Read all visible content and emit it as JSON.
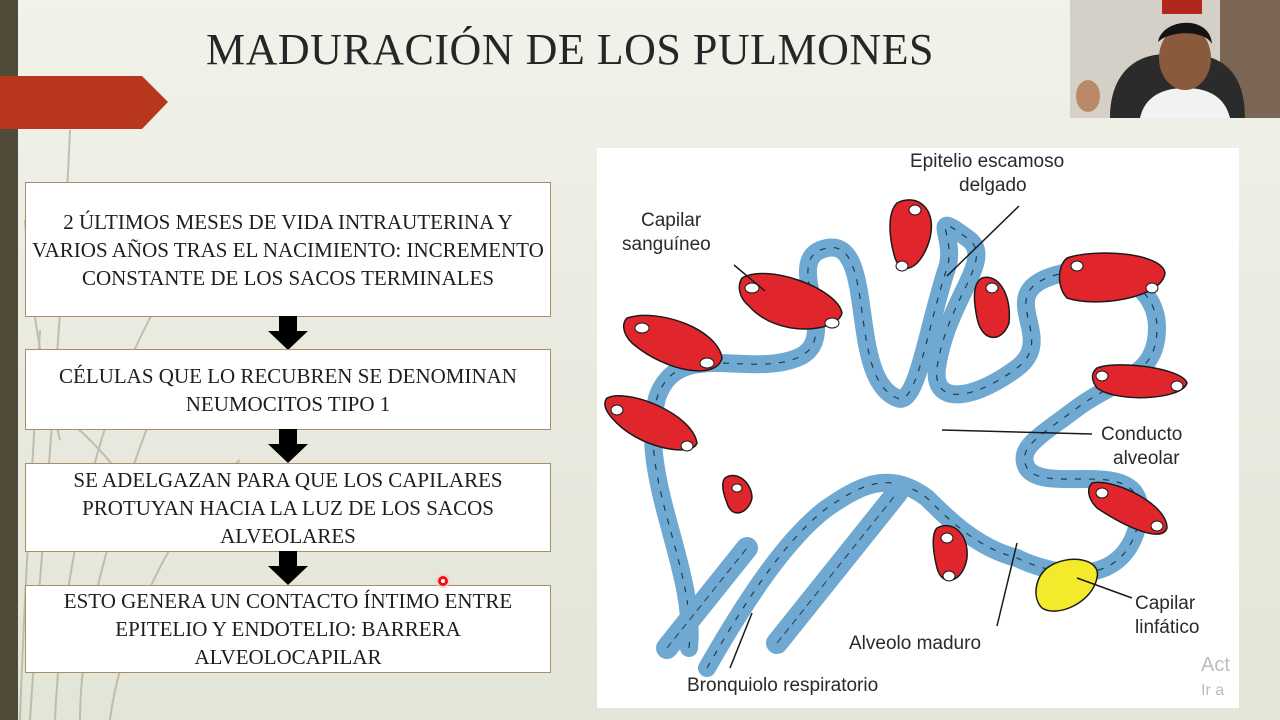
{
  "slide": {
    "title": "MADURACIÓN DE LOS PULMONES",
    "steps": [
      "2 ÚLTIMOS MESES DE VIDA INTRAUTERINA Y VARIOS AÑOS TRAS EL NACIMIENTO: INCREMENTO CONSTANTE DE LOS SACOS TERMINALES",
      "CÉLULAS QUE LO RECUBREN SE DENOMINAN NEUMOCITOS TIPO 1",
      "SE ADELGAZAN PARA QUE LOS CAPILARES PROTUYAN HACIA LA LUZ DE LOS SACOS ALVEOLARES",
      "ESTO GENERA UN CONTACTO ÍNTIMO ENTRE EPITELIO Y ENDOTELIO: BARRERA ALVEOLOCAPILAR"
    ]
  },
  "figure": {
    "labels": {
      "epitelio_1": "Epitelio escamoso",
      "epitelio_2": "delgado",
      "capilar_sang_1": "Capilar",
      "capilar_sang_2": "sanguíneo",
      "conducto_1": "Conducto",
      "conducto_2": "alveolar",
      "capilar_linf_1": "Capilar",
      "capilar_linf_2": "linfático",
      "alveolo": "Alveolo maduro",
      "bronquiolo": "Bronquiolo respiratorio"
    }
  },
  "watermark": {
    "line1": "Act",
    "line2": "Ir a"
  },
  "colors": {
    "ribbon": "#b8361b",
    "airway_wall": "#6fa9d2",
    "capillary_blood": "#e0262c",
    "capillary_lymph": "#f2ea2a",
    "box_border": "#a98e69"
  }
}
